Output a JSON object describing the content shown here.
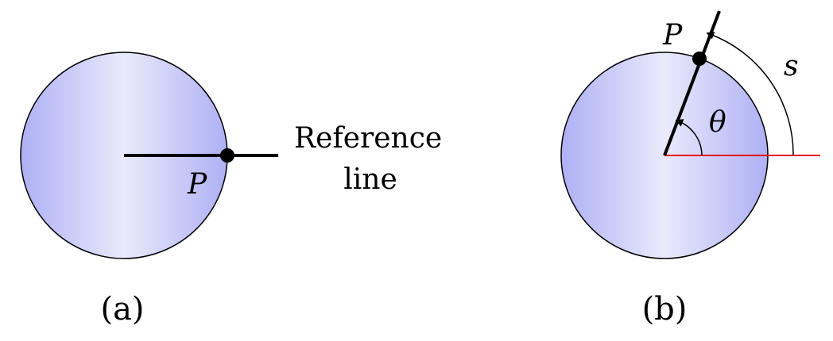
{
  "panel_a": {
    "caption": "(a)",
    "point_label": "P",
    "reference_label_line1": "Reference",
    "reference_label_line2": "line"
  },
  "panel_b": {
    "caption": "(b)",
    "point_label": "P",
    "angle_label": "θ",
    "arc_label": "s"
  },
  "colors": {
    "disk_edge": "#dcdcf8",
    "disk_center": "#ececfb",
    "disk_fill_strong": "#b0b2f4",
    "outline": "#000000",
    "reference_line_b": "#e8141a"
  }
}
